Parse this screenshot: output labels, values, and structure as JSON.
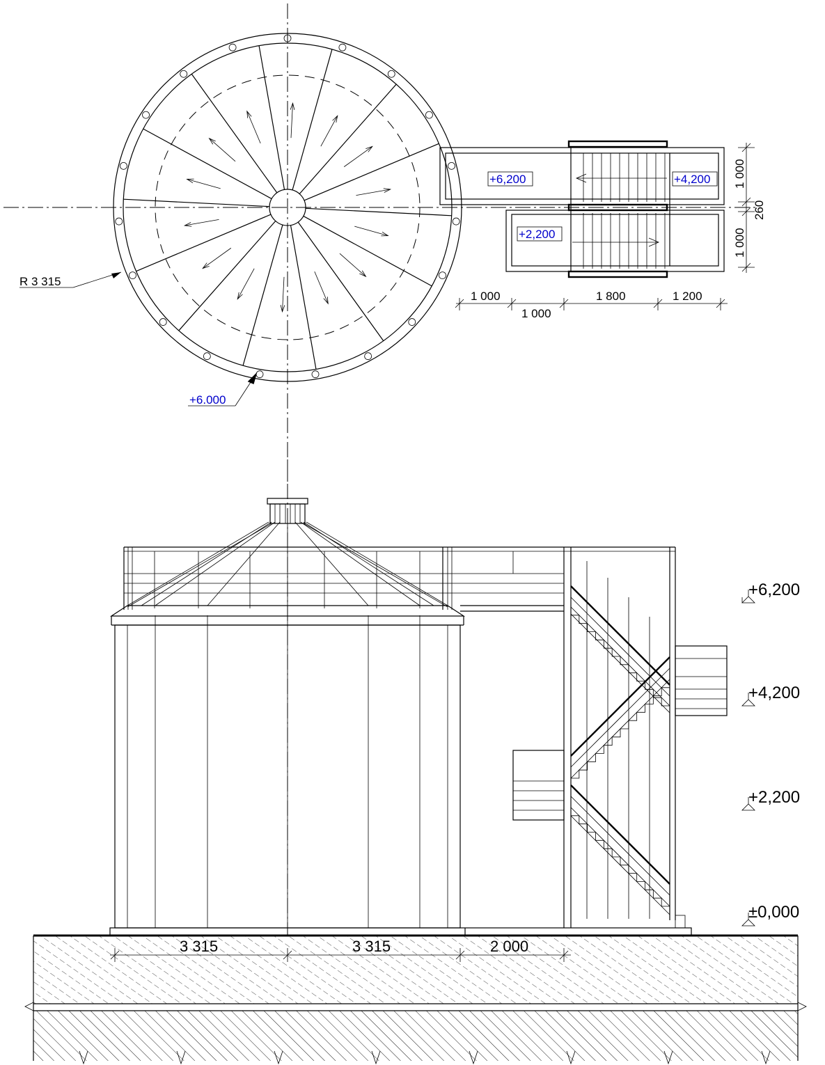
{
  "plan": {
    "radius_label": "R 3 315",
    "ring_level": "+6.000",
    "platform_levels": {
      "top": "+6,200",
      "landing_upper": "+4,200",
      "landing_lower": "+2,200"
    },
    "dims_vertical": [
      "1 000",
      "260",
      "1 000"
    ],
    "dims_horizontal_top": [
      "1 000",
      "1 800",
      "1 200"
    ],
    "dims_horizontal_bottom": [
      "1 000"
    ]
  },
  "elevation": {
    "levels": [
      "+6,200",
      "+4,200",
      "+2,200",
      "±0,000"
    ],
    "dims": [
      "3 315",
      "3 315",
      "2 000"
    ]
  }
}
